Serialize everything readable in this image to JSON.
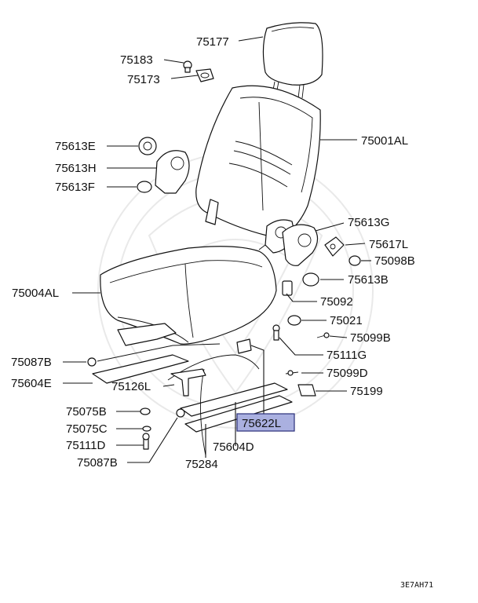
{
  "diagram": {
    "diagram_code": "3E7AH71",
    "highlight_color": "#aab0e0",
    "labels": [
      {
        "id": "p75177",
        "text": "75177"
      },
      {
        "id": "p75183",
        "text": "75183"
      },
      {
        "id": "p75173",
        "text": "75173"
      },
      {
        "id": "p75001AL",
        "text": "75001AL"
      },
      {
        "id": "p75613E",
        "text": "75613E"
      },
      {
        "id": "p75613H",
        "text": "75613H"
      },
      {
        "id": "p75613F",
        "text": "75613F"
      },
      {
        "id": "p75613G",
        "text": "75613G"
      },
      {
        "id": "p75617L",
        "text": "75617L"
      },
      {
        "id": "p75098B",
        "text": "75098B"
      },
      {
        "id": "p75613B",
        "text": "75613B"
      },
      {
        "id": "p75004AL",
        "text": "75004AL"
      },
      {
        "id": "p75092",
        "text": "75092"
      },
      {
        "id": "p75021",
        "text": "75021"
      },
      {
        "id": "p75099B",
        "text": "75099B"
      },
      {
        "id": "p75111G",
        "text": "75111G"
      },
      {
        "id": "p75087B_top",
        "text": "75087B"
      },
      {
        "id": "p75099D",
        "text": "75099D"
      },
      {
        "id": "p75604E",
        "text": "75604E"
      },
      {
        "id": "p75126L",
        "text": "75126L"
      },
      {
        "id": "p75199",
        "text": "75199"
      },
      {
        "id": "p75075B",
        "text": "75075B"
      },
      {
        "id": "p75622L",
        "text": "75622L",
        "highlighted": true
      },
      {
        "id": "p75075C",
        "text": "75075C"
      },
      {
        "id": "p75111D",
        "text": "75111D"
      },
      {
        "id": "p75604D",
        "text": "75604D"
      },
      {
        "id": "p75087B_bot",
        "text": "75087B"
      },
      {
        "id": "p75284",
        "text": "75284"
      }
    ]
  }
}
